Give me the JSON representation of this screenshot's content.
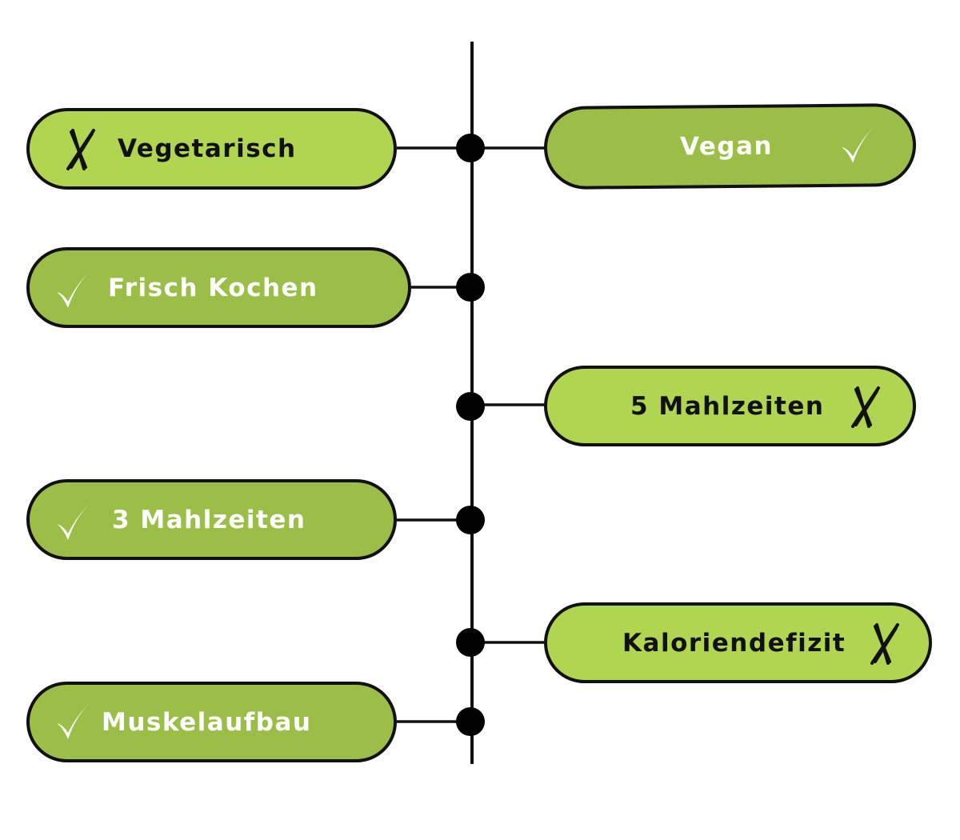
{
  "colors": {
    "light_green": "#b0d550",
    "dark_green": "#9bbe48",
    "line": "#111111"
  },
  "items": [
    {
      "label": "Vegetarisch",
      "status": "x-icon",
      "side": "left"
    },
    {
      "label": "Vegan",
      "status": "check-icon",
      "side": "right"
    },
    {
      "label": "Frisch Kochen",
      "status": "check-icon",
      "side": "left"
    },
    {
      "label": "5 Mahlzeiten",
      "status": "x-icon",
      "side": "right"
    },
    {
      "label": "3 Mahlzeiten",
      "status": "check-icon",
      "side": "left"
    },
    {
      "label": "Kaloriendefizit",
      "status": "x-icon",
      "side": "right"
    },
    {
      "label": "Muskelaufbau",
      "status": "check-icon",
      "side": "left"
    }
  ]
}
